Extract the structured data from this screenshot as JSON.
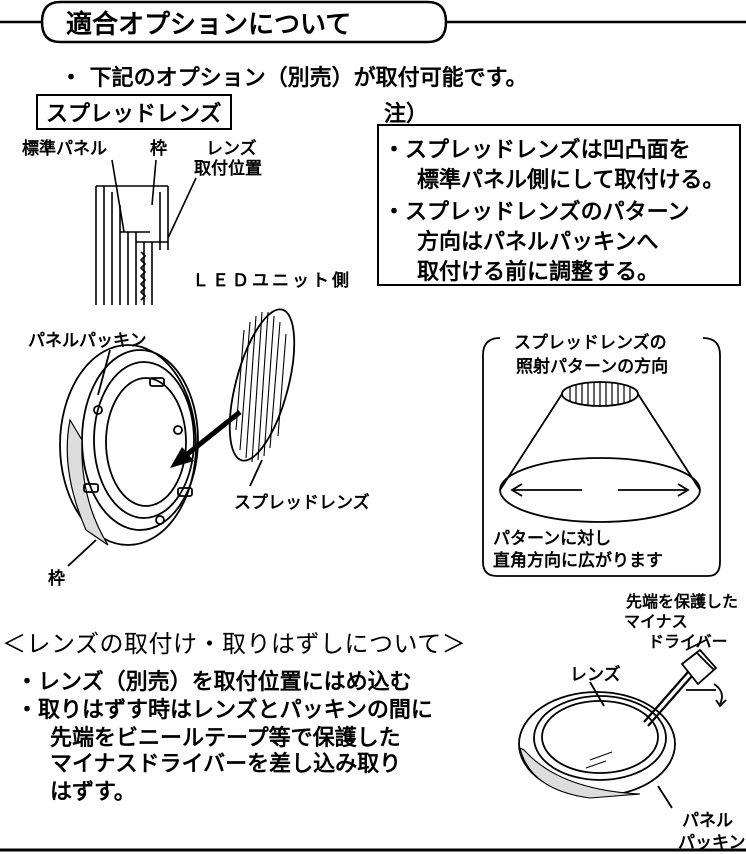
{
  "header": {
    "title": "適合オプションについて"
  },
  "intro": "・ 下記のオプション（別売）が取付可能です。",
  "section1": {
    "box_label": "スプレッドレンズ",
    "labels": {
      "standard_panel": "標準パネル",
      "frame": "枠",
      "lens_position_1": "レンズ",
      "lens_position_2": "取付位置",
      "led_side": "ＬＥＤユニット側",
      "panel_packing": "パネルパッキン",
      "spread_lens": "スプレッドレンズ",
      "frame_bottom": "枠"
    }
  },
  "note": {
    "title": "注）",
    "lines": [
      "スプレッドレンズは凹凸面を",
      "標準パネル側にして取付ける。",
      "スプレッドレンズのパターン",
      "方向はパネルパッキンへ",
      "取付ける前に調整する。"
    ]
  },
  "pattern": {
    "title1": "スプレッドレンズの",
    "title2": "照射パターンの方向",
    "caption1": "パターンに対し",
    "caption2": "直角方向に広がります"
  },
  "section2": {
    "heading": "＜レンズの取付け・取りはずしについて＞",
    "bullets": [
      "レンズ（別売）を取付位置にはめ込む",
      "取りはずす時はレンズとパッキンの間に",
      "先端をビニールテープ等で保護した",
      "マイナスドライバーを差し込み取り",
      "はずす。"
    ],
    "labels": {
      "driver1": "先端を保護した",
      "driver2": "マイナス",
      "driver3": "ドライバー",
      "lens": "レンズ",
      "packing1": "パネル",
      "packing2": "パッキン"
    }
  }
}
